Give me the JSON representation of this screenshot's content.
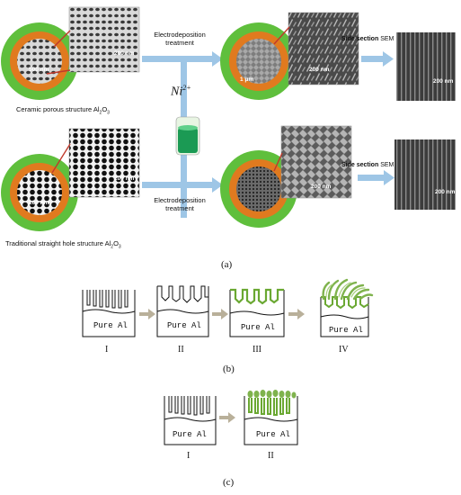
{
  "figure_a": {
    "label": "(a)",
    "top_caption_main": "Ceramic porous structure Al",
    "top_caption_sub": "2",
    "top_caption_tail": "O",
    "top_caption_sub2": "3",
    "bottom_caption_main": "Traditional straight hole structure Al",
    "bottom_caption_sub": "2",
    "bottom_caption_tail": "O",
    "bottom_caption_sub2": "3",
    "electrodeposition_line1": "Electrodeposition",
    "electrodeposition_line2": "treatment",
    "side_section": "Side section",
    "sem": "SEM",
    "ion_base": "Ni",
    "ion_charge": "2+",
    "scale_200nm": "200 nm",
    "scale_500nm": "500 nm",
    "scale_1um": "1 μm"
  },
  "figure_b": {
    "label": "(b)",
    "block_text": "Pure Al",
    "stages": [
      "I",
      "II",
      "III",
      "IV"
    ]
  },
  "figure_c": {
    "label": "(c)",
    "block_text": "Pure Al",
    "stages": [
      "I",
      "II"
    ]
  },
  "colors": {
    "arrow_blue": "#9ec6e6",
    "ring_green": "#5fbf3c",
    "ring_orange": "#e07a1f",
    "nickel_green": "#6aa832",
    "gray_arrow": "#b9b09a"
  }
}
